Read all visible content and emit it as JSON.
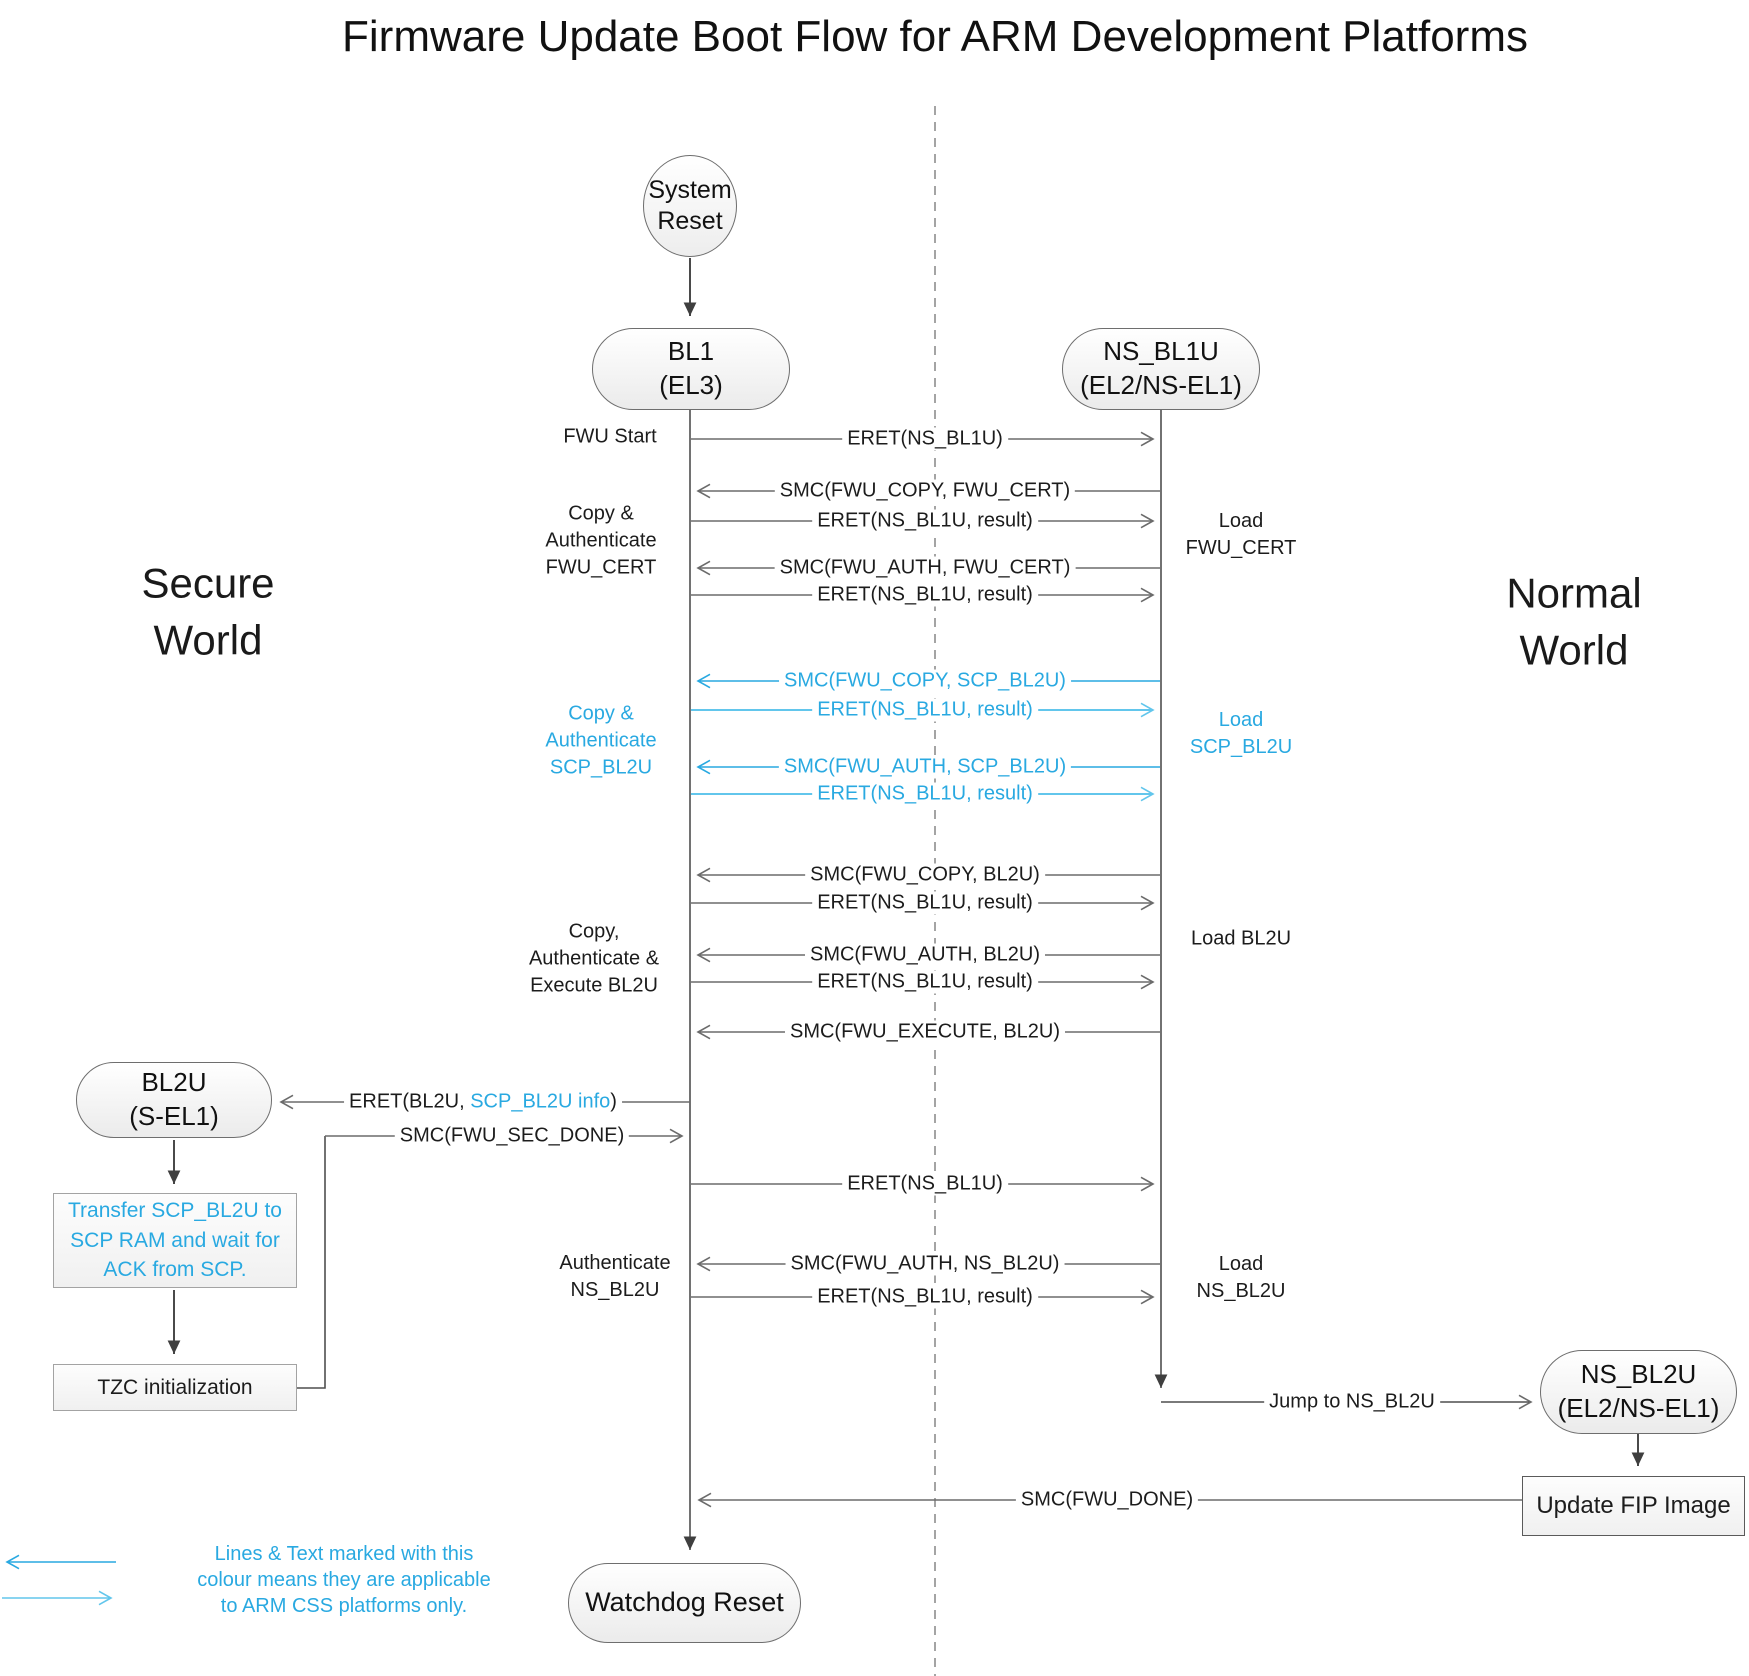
{
  "title": "Firmware Update Boot Flow for ARM Development Platforms",
  "worlds": {
    "secure": "Secure\nWorld",
    "normal": "Normal\nWorld"
  },
  "nodes": {
    "system_reset": "System\nReset",
    "bl1": "BL1\n(EL3)",
    "ns_bl1u": "NS_BL1U\n(EL2/NS-EL1)",
    "bl2u": "BL2U\n(S-EL1)",
    "ns_bl2u": "NS_BL2U\n(EL2/NS-EL1)",
    "transfer_scp": "Transfer SCP_BL2U to\nSCP RAM and wait for\nACK from SCP.",
    "tzc": "TZC initialization",
    "update_fip": "Update FIP Image",
    "watchdog": "Watchdog Reset"
  },
  "sequence": [
    {
      "label": "ERET(NS_BL1U)",
      "dir": "to-normal",
      "style": "black"
    },
    {
      "label": "SMC(FWU_COPY, FWU_CERT)",
      "dir": "to-secure",
      "style": "black"
    },
    {
      "label": "ERET(NS_BL1U, result)",
      "dir": "to-normal",
      "style": "black"
    },
    {
      "label": "SMC(FWU_AUTH, FWU_CERT)",
      "dir": "to-secure",
      "style": "black"
    },
    {
      "label": "ERET(NS_BL1U, result)",
      "dir": "to-normal",
      "style": "black"
    },
    {
      "label": "SMC(FWU_COPY, SCP_BL2U)",
      "dir": "to-secure",
      "style": "blue"
    },
    {
      "label": "ERET(NS_BL1U, result)",
      "dir": "to-normal",
      "style": "blue"
    },
    {
      "label": "SMC(FWU_AUTH, SCP_BL2U)",
      "dir": "to-secure",
      "style": "blue"
    },
    {
      "label": "ERET(NS_BL1U, result)",
      "dir": "to-normal",
      "style": "blue"
    },
    {
      "label": "SMC(FWU_COPY, BL2U)",
      "dir": "to-secure",
      "style": "black"
    },
    {
      "label": "ERET(NS_BL1U, result)",
      "dir": "to-normal",
      "style": "black"
    },
    {
      "label": "SMC(FWU_AUTH, BL2U)",
      "dir": "to-secure",
      "style": "black"
    },
    {
      "label": "ERET(NS_BL1U, result)",
      "dir": "to-normal",
      "style": "black"
    },
    {
      "label": "SMC(FWU_EXECUTE, BL2U)",
      "dir": "to-secure",
      "style": "black"
    },
    {
      "label_parts": [
        "ERET(BL2U, ",
        "SCP_BL2U info",
        ")"
      ],
      "dir": "to-bl2u",
      "style": "mixed"
    },
    {
      "label": "SMC(FWU_SEC_DONE)",
      "dir": "to-bl1",
      "style": "black"
    },
    {
      "label": "ERET(NS_BL1U)",
      "dir": "to-normal",
      "style": "black"
    },
    {
      "label": "SMC(FWU_AUTH, NS_BL2U)",
      "dir": "to-secure",
      "style": "black"
    },
    {
      "label": "ERET(NS_BL1U, result)",
      "dir": "to-normal",
      "style": "black"
    },
    {
      "label": "Jump to NS_BL2U",
      "dir": "to-ns-bl2u",
      "style": "black"
    },
    {
      "label": "SMC(FWU_DONE)",
      "dir": "to-bl1",
      "style": "black"
    }
  ],
  "side_labels": {
    "fwu_start": "FWU Start",
    "copy_auth_fwu_cert": "Copy &\nAuthenticate\nFWU_CERT",
    "load_fwu_cert": "Load\nFWU_CERT",
    "copy_auth_scp_bl2u": "Copy &\nAuthenticate\nSCP_BL2U",
    "load_scp_bl2u": "Load\nSCP_BL2U",
    "copy_auth_exec_bl2u": "Copy,\nAuthenticate &\nExecute BL2U",
    "load_bl2u": "Load BL2U",
    "auth_ns_bl2u": "Authenticate\nNS_BL2U",
    "load_ns_bl2u": "Load\nNS_BL2U"
  },
  "legend": {
    "text": "Lines & Text marked with this\ncolour means they are applicable\nto ARM CSS platforms only."
  },
  "colors": {
    "accent_blue": "#29a9e1",
    "accent_blue_light": "#62c6ec",
    "line_gray": "#6b6b6b"
  }
}
